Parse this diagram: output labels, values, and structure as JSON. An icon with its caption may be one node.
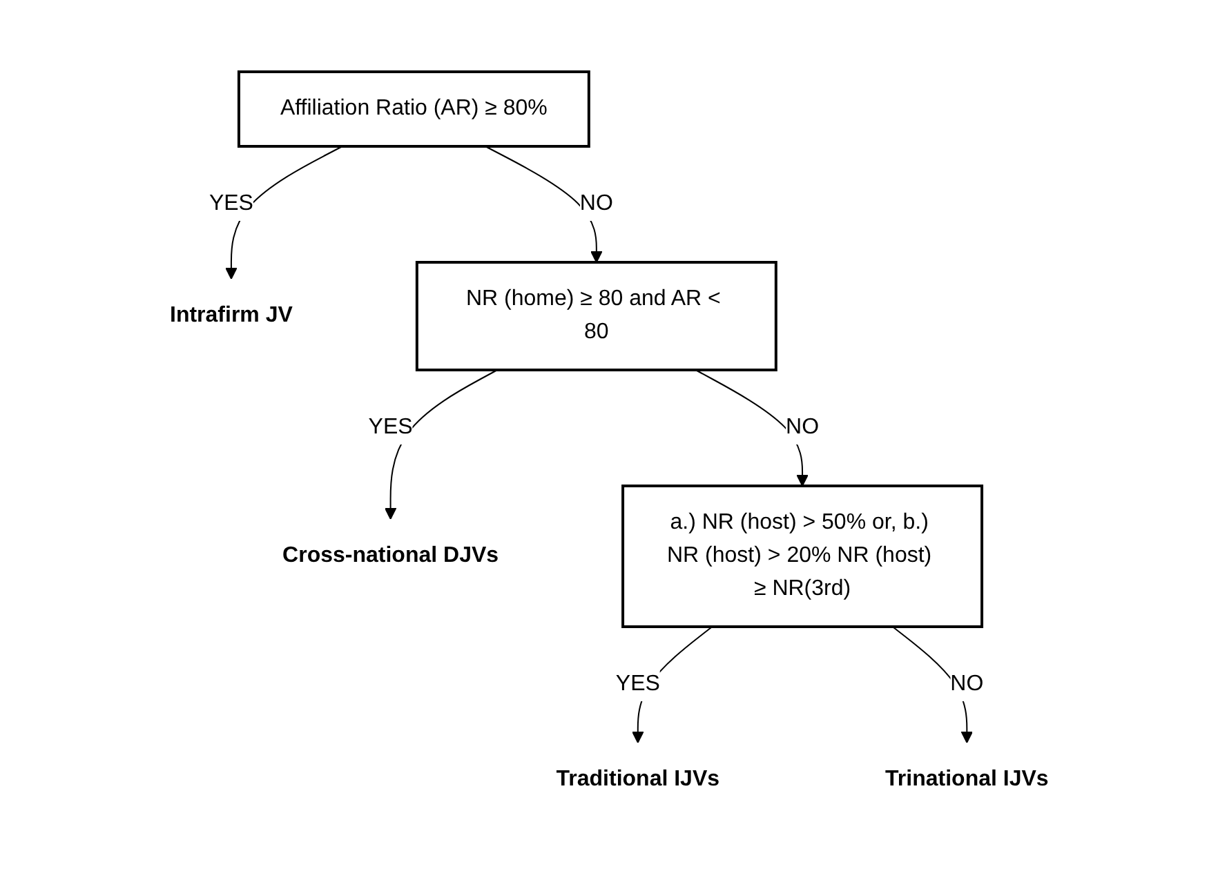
{
  "diagram": {
    "nodes": [
      {
        "text": [
          "Affiliation Ratio (AR) ≥ 80%"
        ]
      },
      {
        "text": [
          "Intrafirm JV"
        ]
      },
      {
        "text": [
          "NR (home) ≥ 80 and AR < 80"
        ]
      },
      {
        "text": [
          "Cross-national DJVs"
        ]
      },
      {
        "text": [
          "a.) NR (host) > 50% or, b.) NR (host) > 20% NR (host) ≥ NR(3rd)"
        ]
      },
      {
        "text": [
          "Traditional IJVs"
        ]
      },
      {
        "text": [
          "Trinational IJVs"
        ]
      }
    ],
    "edges": [
      {
        "from": 0,
        "to": 1,
        "arrow": "to",
        "label": "YES"
      },
      {
        "from": 0,
        "to": 2,
        "arrow": "to",
        "label": "NO"
      },
      {
        "from": 2,
        "to": 3,
        "arrow": "to",
        "label": "YES"
      },
      {
        "from": 2,
        "to": 4,
        "arrow": "to",
        "label": "NO"
      },
      {
        "from": 4,
        "to": 5,
        "arrow": "to",
        "label": "YES"
      },
      {
        "from": 4,
        "to": 6,
        "arrow": "to",
        "label": "NO"
      }
    ]
  }
}
